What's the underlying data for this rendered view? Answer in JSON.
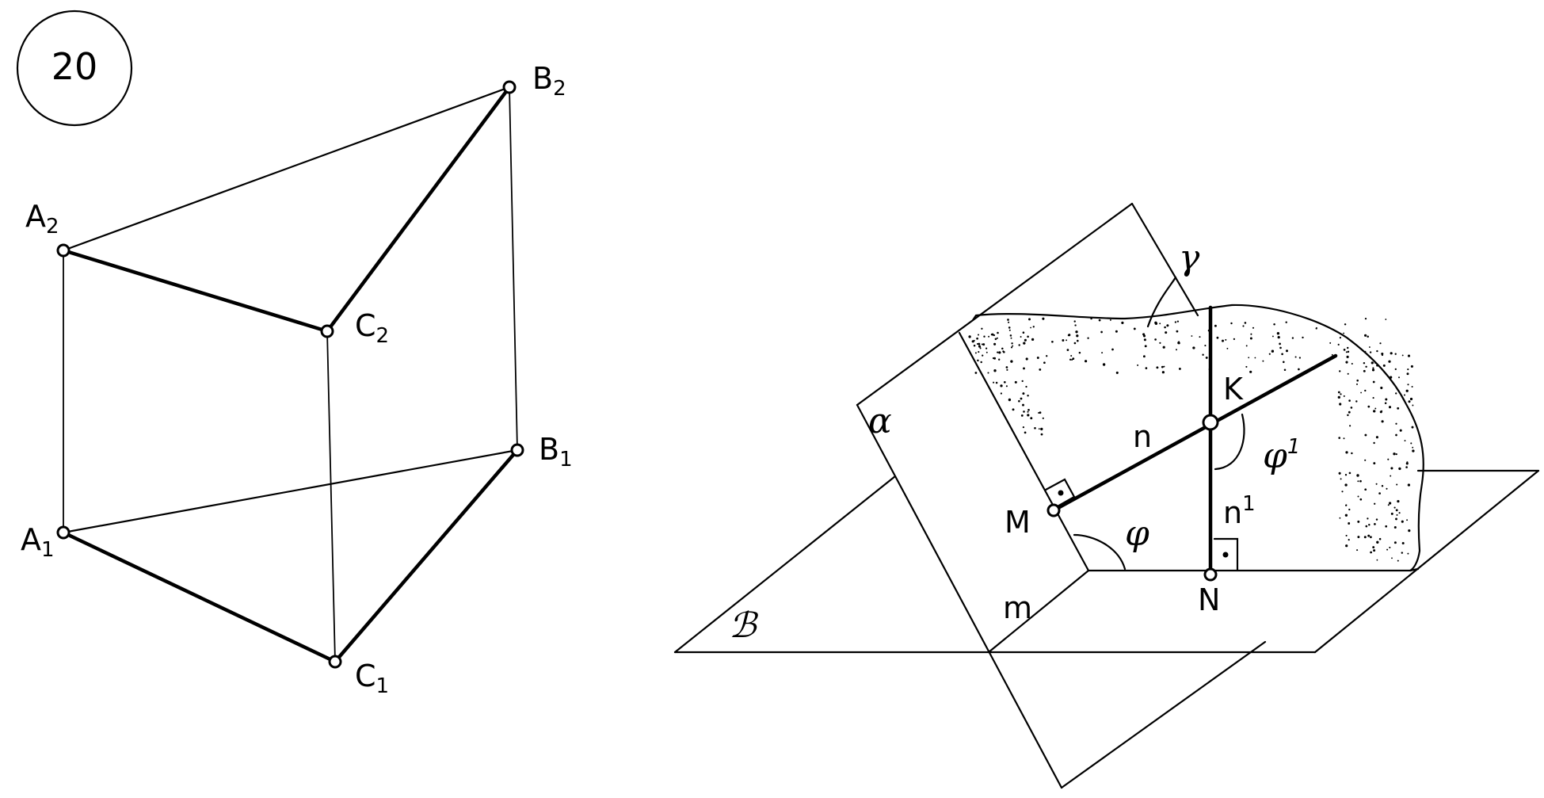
{
  "figure_number": "20",
  "prism": {
    "labels": {
      "A2": {
        "base": "A",
        "sub": "2"
      },
      "B2": {
        "base": "B",
        "sub": "2"
      },
      "C2": {
        "base": "C",
        "sub": "2"
      },
      "A1": {
        "base": "A",
        "sub": "1"
      },
      "B1": {
        "base": "B",
        "sub": "1"
      },
      "C1": {
        "base": "C",
        "sub": "1"
      }
    }
  },
  "planes": {
    "alpha": "α",
    "beta": "ℬ",
    "gamma": "γ",
    "line_m": "m",
    "line_n": "n",
    "line_n1": {
      "base": "n",
      "sup": "1"
    },
    "point_K": "K",
    "point_M": "M",
    "point_N": "N",
    "angle_phi": "φ",
    "angle_phi1": {
      "base": "φ",
      "sup": "1"
    }
  }
}
